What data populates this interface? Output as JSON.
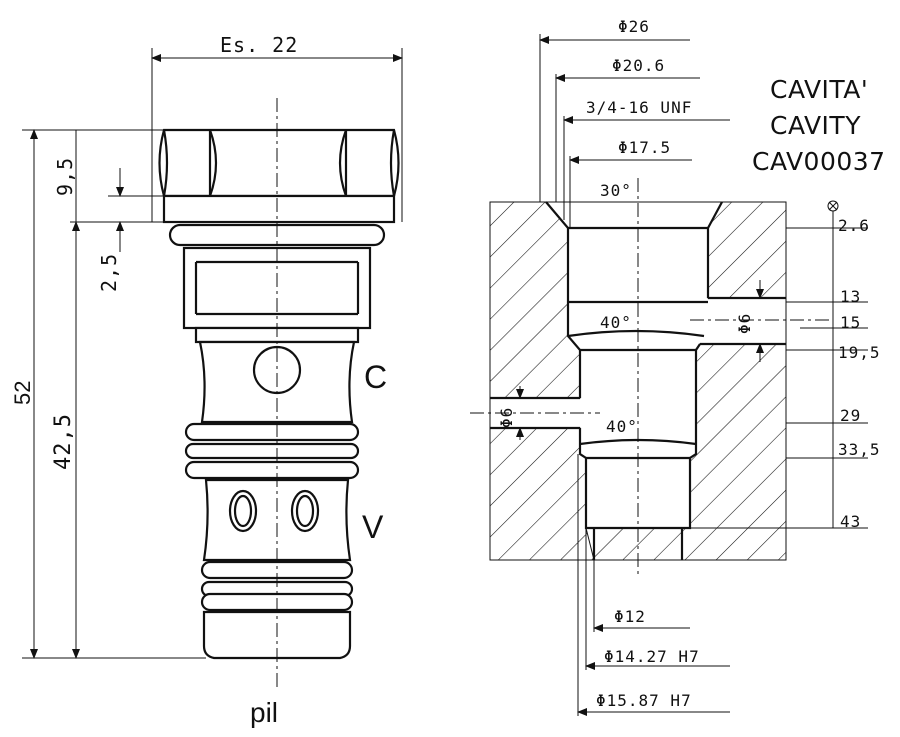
{
  "valve": {
    "hex_width": "Es. 22",
    "height_total": "52",
    "height_body": "42,5",
    "height_hex": "9,5",
    "height_flange": "2,5",
    "port_c": "C",
    "port_v": "V",
    "port_pil": "pil"
  },
  "cavity": {
    "title_lines": [
      "CAVITA'",
      "CAVITY",
      "CAV00037"
    ],
    "diameters": [
      "Φ26",
      "Φ20.6",
      "3/4-16 UNF",
      "Φ17.5",
      "Φ12",
      "Φ14.27 H7",
      "Φ15.87 H7"
    ],
    "depths": [
      "2.6",
      "13",
      "15",
      "19,5",
      "29",
      "33,5",
      "43"
    ],
    "angles": [
      "30°",
      "40°",
      "40°"
    ],
    "side_ports": [
      "Φ6",
      "Φ6"
    ]
  }
}
